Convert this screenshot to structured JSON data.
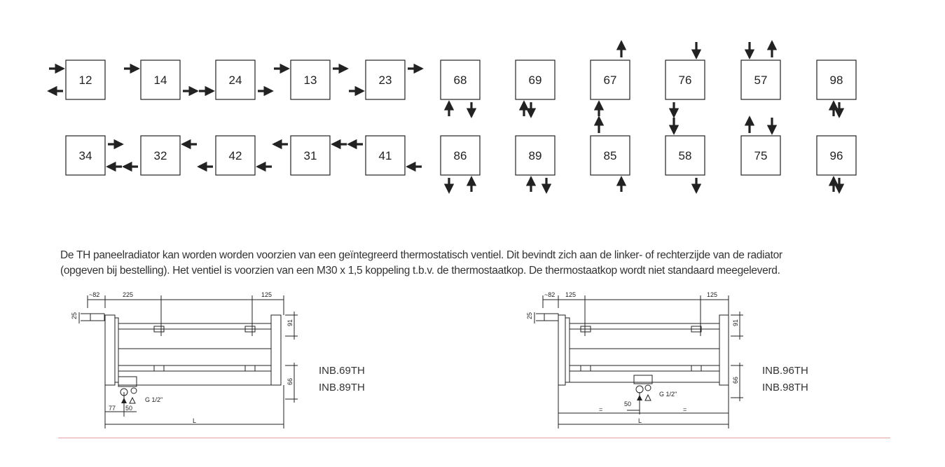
{
  "connections": {
    "row1": [
      {
        "label": "12",
        "arrows": [
          "in-left-top",
          "out-left-bottom"
        ]
      },
      {
        "label": "14",
        "arrows": [
          "in-left-top",
          "out-right-bottom"
        ]
      },
      {
        "label": "24",
        "arrows": [
          "in-left-bottom",
          "out-right-bottom"
        ]
      },
      {
        "label": "13",
        "arrows": [
          "in-left-top",
          "out-right-top"
        ]
      },
      {
        "label": "23",
        "arrows": [
          "in-left-bottom",
          "out-right-top"
        ]
      },
      {
        "label": "68",
        "arrows": [
          "up-bottom-left",
          "down-bottom-right"
        ]
      },
      {
        "label": "69",
        "arrows": [
          "up-bottom-left",
          "down-bottom-left2"
        ]
      },
      {
        "label": "67",
        "arrows": [
          "up-top-right",
          "up-bottom-left"
        ]
      },
      {
        "label": "76",
        "arrows": [
          "down-top-right",
          "down-bottom-left"
        ]
      },
      {
        "label": "57",
        "arrows": [
          "down-top-left",
          "up-top-right"
        ]
      },
      {
        "label": "98",
        "arrows": [
          "up-bottom-mid",
          "down-bottom-mid"
        ]
      }
    ],
    "row2": [
      {
        "label": "34",
        "arrows": [
          "out-right-top",
          "in-right-bottom"
        ]
      },
      {
        "label": "32",
        "arrows": [
          "in-right-top",
          "out-left-bottom"
        ]
      },
      {
        "label": "42",
        "arrows": [
          "out-left-bottom",
          "in-right-bottom"
        ]
      },
      {
        "label": "31",
        "arrows": [
          "out-left-top",
          "in-right-top"
        ]
      },
      {
        "label": "41",
        "arrows": [
          "out-left-top",
          "in-right-bottom"
        ]
      },
      {
        "label": "86",
        "arrows": [
          "down-bottom-left",
          "up-bottom-right"
        ]
      },
      {
        "label": "89",
        "arrows": [
          "down-bottom-right",
          "up-bottom-right2"
        ]
      },
      {
        "label": "85",
        "arrows": [
          "up-top-left",
          "up-bottom-right"
        ]
      },
      {
        "label": "58",
        "arrows": [
          "down-top-left",
          "down-bottom-right"
        ]
      },
      {
        "label": "75",
        "arrows": [
          "up-top-left",
          "down-top-right"
        ]
      },
      {
        "label": "96",
        "arrows": [
          "down-bottom-mid",
          "up-bottom-mid"
        ]
      }
    ]
  },
  "description": {
    "line1": "De TH paneelradiator kan worden worden voorzien van een geïntegreerd thermostatisch ventiel. Dit bevindt zich aan de linker- of rechterzijde van de radiator",
    "line2": "(opgeven bij bestelling). Het ventiel is voorzien van een M30 x 1,5 koppeling t.b.v. de thermostaatkop. De thermostaatkop wordt niet standaard meegeleverd."
  },
  "drawing_left": {
    "dim_top_a": "~82",
    "dim_top_b": "225",
    "dim_top_c": "125",
    "dim_left_side": "25",
    "dim_right_top": "91",
    "dim_right_bottom": "66",
    "dim_bottom_a": "77",
    "dim_bottom_b": "50",
    "dim_bottom_total": "L",
    "valve_label": "G 1/2\"",
    "models": [
      "INB.69TH",
      "INB.89TH"
    ]
  },
  "drawing_right": {
    "dim_top_a": "~82",
    "dim_top_b": "125",
    "dim_top_c": "125",
    "dim_left_side": "25",
    "dim_right_top": "91",
    "dim_right_bottom": "66",
    "dim_bottom_a": "50",
    "dim_bottom_eq1": "=",
    "dim_bottom_eq2": "=",
    "dim_bottom_total": "L",
    "valve_label": "G 1/2\"",
    "models": [
      "INB.96TH",
      "INB.98TH"
    ]
  },
  "colors": {
    "line": "#222222",
    "rule": "#e6a0a0"
  }
}
